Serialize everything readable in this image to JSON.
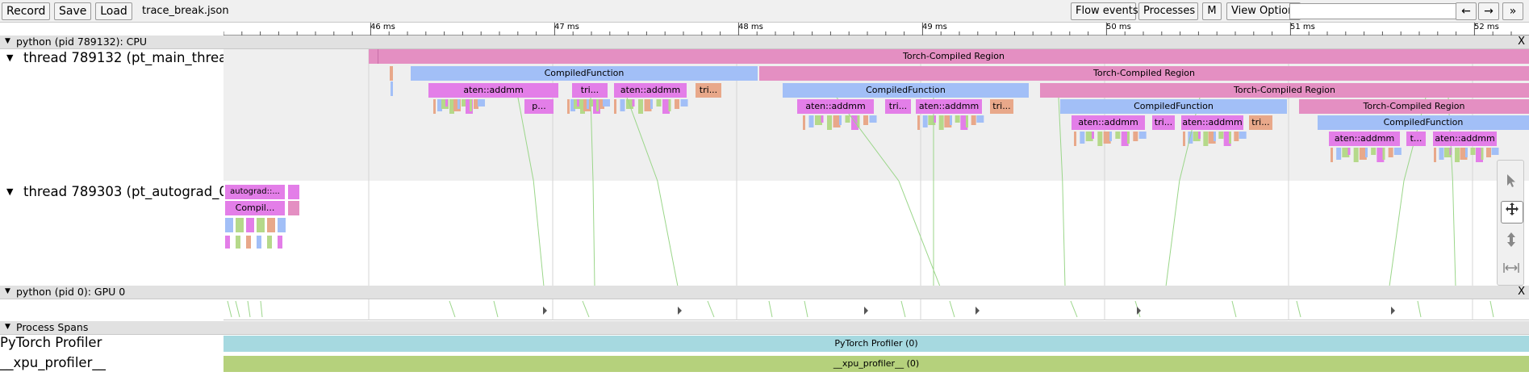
{
  "toolbar": {
    "record_label": "Record",
    "save_label": "Save",
    "load_label": "Load",
    "file_name": "trace_break.json",
    "flow_events_label": "Flow events",
    "processes_label": "Processes",
    "m_label": "M",
    "view_options_label": "View Options",
    "search_value": "",
    "prev_label": "←",
    "next_label": "→",
    "more_label": "»"
  },
  "ruler": {
    "ticks": [
      "46 ms",
      "47 ms",
      "48 ms",
      "49 ms",
      "50 ms",
      "51 ms",
      "52 ms"
    ]
  },
  "processes": [
    {
      "title": "python (pid 789132): CPU",
      "close": "X",
      "threads": [
        {
          "label": "thread 789132 (pt_main_threa",
          "slices": [
            {
              "name": "Torch-Compiled Region",
              "color": "#e48fc2"
            },
            {
              "name": "CompiledFunction",
              "color": "#a2bff7"
            },
            {
              "name": "Torch-Compiled Region",
              "color": "#e48fc2"
            },
            {
              "name": "aten::addmm",
              "color": "#e37ee8"
            },
            {
              "name": "tri...",
              "color": "#e37ee8"
            },
            {
              "name": "aten::addmm",
              "color": "#e37ee8"
            },
            {
              "name": "tri...",
              "color": "#e8a88a"
            },
            {
              "name": "CompiledFunction",
              "color": "#a2bff7"
            },
            {
              "name": "Torch-Compiled Region",
              "color": "#e48fc2"
            },
            {
              "name": "p...",
              "color": "#e37ee8"
            },
            {
              "name": "aten::addmm",
              "color": "#e37ee8"
            },
            {
              "name": "tri...",
              "color": "#e37ee8"
            },
            {
              "name": "aten::addmm",
              "color": "#e37ee8"
            },
            {
              "name": "tri...",
              "color": "#e8a88a"
            },
            {
              "name": "CompiledFunction",
              "color": "#a2bff7"
            },
            {
              "name": "Torch-Compiled Region",
              "color": "#e48fc2"
            },
            {
              "name": "aten::addmm",
              "color": "#e37ee8"
            },
            {
              "name": "tri...",
              "color": "#e37ee8"
            },
            {
              "name": "aten::addmm",
              "color": "#e37ee8"
            },
            {
              "name": "tri...",
              "color": "#e8a88a"
            },
            {
              "name": "CompiledFunction",
              "color": "#a2bff7"
            },
            {
              "name": "aten::addmm",
              "color": "#e37ee8"
            },
            {
              "name": "t...",
              "color": "#e37ee8"
            },
            {
              "name": "aten::addmm",
              "color": "#e37ee8"
            }
          ]
        },
        {
          "label": "thread 789303 (pt_autograd_0",
          "slices": [
            {
              "name": "autograd::...",
              "color": "#e37ee8"
            },
            {
              "name": "Compil...",
              "color": "#e37ee8"
            }
          ]
        }
      ]
    },
    {
      "title": "python (pid 0): GPU 0",
      "close": "X"
    },
    {
      "title": "Process Spans",
      "rows": [
        {
          "label": "PyTorch Profiler",
          "bar": "PyTorch Profiler (0)",
          "color": "#a6d9e0"
        },
        {
          "label": "__xpu_profiler__",
          "bar": "__xpu_profiler__ (0)",
          "color": "#b5d17c"
        }
      ]
    }
  ],
  "tools": [
    "select-icon",
    "pan-icon",
    "zoom-icon",
    "timing-icon"
  ]
}
